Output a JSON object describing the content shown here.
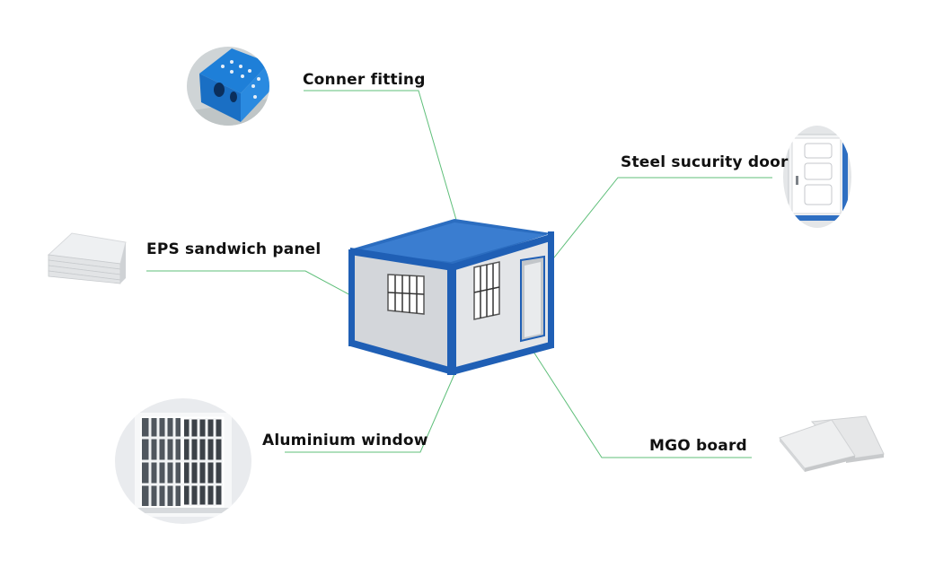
{
  "labels": {
    "corner_fitting": "Conner fitting",
    "steel_door": "Steel sucurity door",
    "eps_panel": "EPS sandwich panel",
    "aluminium_window": "Aluminium window",
    "mgo_board": "MGO board"
  },
  "colors": {
    "leader_line": "#5fbf7a",
    "container_frame": "#1f5fb5",
    "container_wall": "#d6d8db"
  }
}
